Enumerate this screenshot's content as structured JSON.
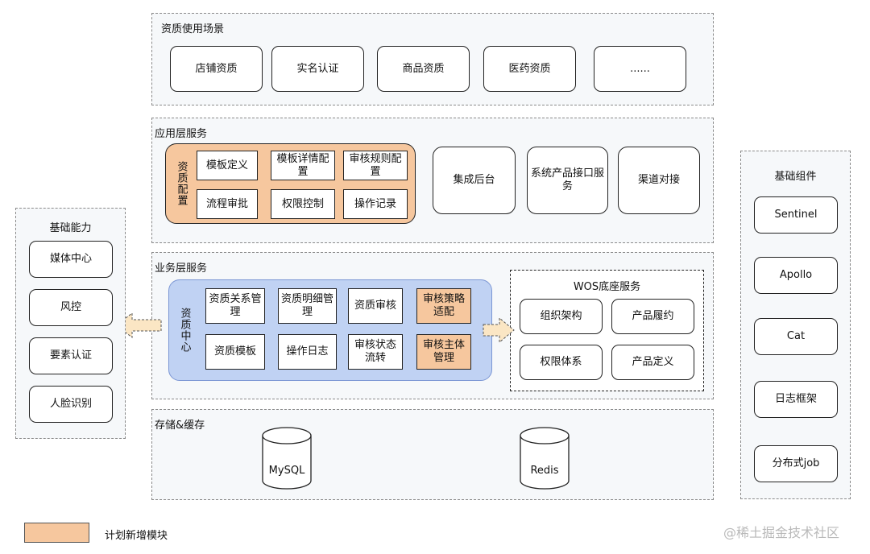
{
  "usage": {
    "title": "资质使用场景",
    "items": [
      "店铺资质",
      "实名认证",
      "商品资质",
      "医药资质",
      "......"
    ]
  },
  "app": {
    "title": "应用层服务",
    "config": {
      "label": "资质配置",
      "items": [
        "模板定义",
        "模板详情配置",
        "审核规则配置",
        "流程审批",
        "权限控制",
        "操作记录"
      ]
    },
    "items": [
      "集成后台",
      "系统产品接口服务",
      "渠道对接"
    ]
  },
  "business": {
    "title": "业务层服务",
    "center": {
      "label": "资质中心",
      "items": [
        "资质关系管理",
        "资质明细管理",
        "资质审核",
        "审核策略适配",
        "资质模板",
        "操作日志",
        "审核状态流转",
        "审核主体管理"
      ]
    },
    "wos": {
      "title": "WOS底座服务",
      "items": [
        "组织架构",
        "产品履约",
        "权限体系",
        "产品定义"
      ]
    }
  },
  "storage": {
    "title": "存储&缓存",
    "items": [
      "MySQL",
      "Redis"
    ]
  },
  "basic_ability": {
    "title": "基础能力",
    "items": [
      "媒体中心",
      "风控",
      "要素认证",
      "人脸识别"
    ]
  },
  "basic_components": {
    "title": "基础组件",
    "items": [
      "Sentinel",
      "Apollo",
      "Cat",
      "日志框架",
      "分布式job"
    ]
  },
  "legend": {
    "label": "计划新增模块"
  },
  "watermark": "@稀土掘金技术社区",
  "colors": {
    "new_module": "#f6c79e",
    "config_bg": "#f6c79e",
    "center_bg": "#c0d2f3",
    "center_border": "#7b96d4",
    "arrow_fill": "#fbe6c4"
  }
}
